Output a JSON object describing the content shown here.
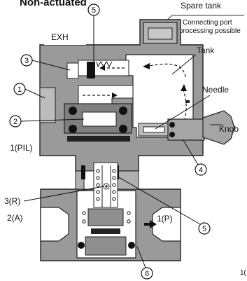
{
  "title": "Non-actuated",
  "spare_tank": "Spare tank",
  "connecting_note_1": "Connecting port",
  "connecting_note_2": "processing possible",
  "labels": {
    "exh": "EXH",
    "tank": "Tank",
    "needle": "Needle",
    "knob": "Knob",
    "pil": "1(PIL)",
    "r3": "3(R)",
    "a2": "2(A)",
    "p1": "1(P)"
  },
  "callouts": {
    "c1": "1",
    "c2": "2",
    "c3": "3",
    "c4": "4",
    "c5_top": "5",
    "c5_bottom": "5",
    "c6": "6"
  },
  "page_fragment": "1("
}
